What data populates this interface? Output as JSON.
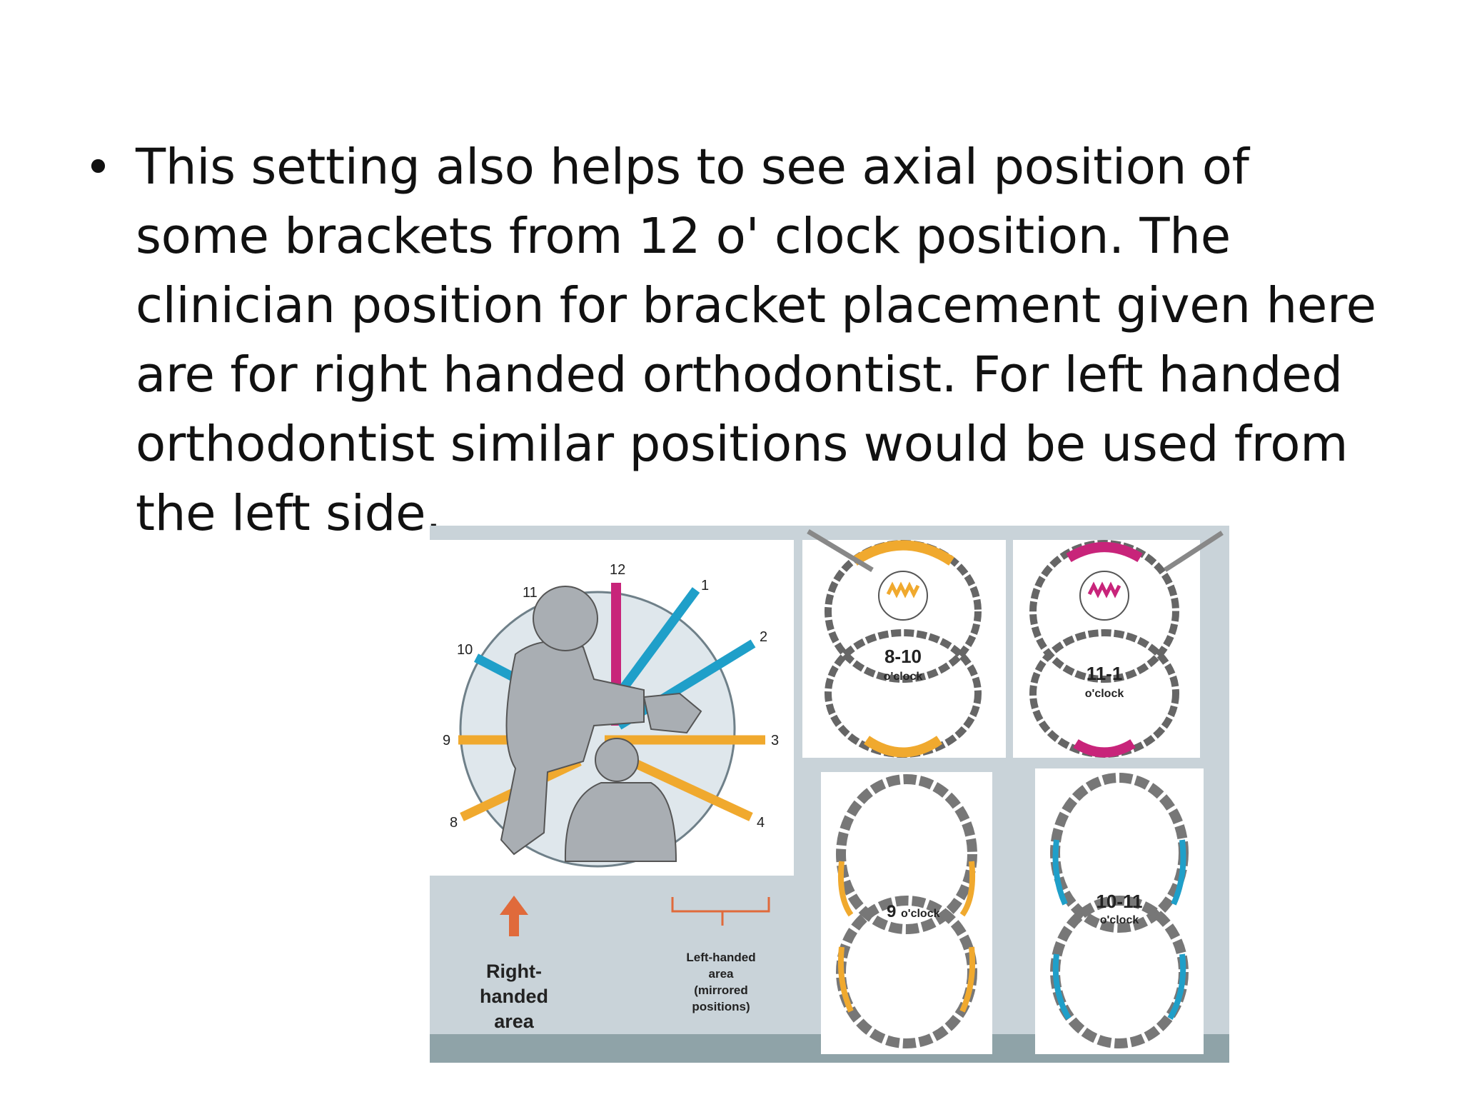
{
  "slide": {
    "bullet_symbol": "•",
    "bullet_text": "This setting also helps to see axial position of some brackets from 12 o' clock position. The clinician position for bracket placement given here are for right handed orthodontist. For left handed orthodontist similar positions would be used from the left side."
  },
  "figure": {
    "clock_numbers": [
      "12",
      "1",
      "2",
      "3",
      "4",
      "8",
      "9",
      "10",
      "11"
    ],
    "right_handed_label": [
      "Right-",
      "handed",
      "area"
    ],
    "left_handed_label": [
      "Left-handed",
      "area",
      "(mirrored",
      "positions)"
    ],
    "panels": [
      {
        "time": "8-10",
        "unit": "o'clock"
      },
      {
        "time": "11-1",
        "unit": "o'clock"
      },
      {
        "time": "9",
        "unit": "o'clock"
      },
      {
        "time": "10-11",
        "unit": "o'clock"
      }
    ],
    "colors": {
      "background": "#c9d3d9",
      "bottom_band": "#8fa3a8",
      "clock_face": "#dfe7ec",
      "magenta": "#c8247a",
      "blue": "#1f9fc9",
      "orange": "#f0a92e",
      "figure_gray": "#a9aeb3",
      "arrow": "#e06a3b"
    }
  }
}
